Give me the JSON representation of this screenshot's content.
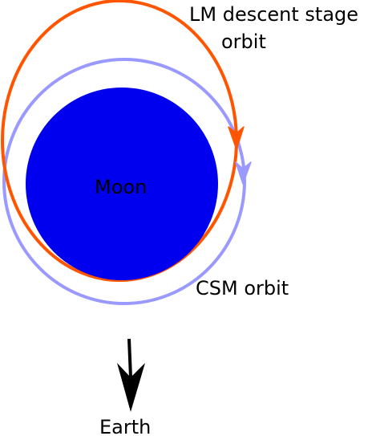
{
  "labels": {
    "lm_line1": "LM descent stage",
    "lm_line2": "orbit",
    "moon": "Moon",
    "csm": "CSM orbit",
    "earth": "Earth"
  },
  "colors": {
    "moon_fill": "#0000ee",
    "lm_orbit": "#ff5500",
    "csm_orbit": "#9999ff",
    "earth_arrow": "#000000",
    "text": "#000000"
  }
}
